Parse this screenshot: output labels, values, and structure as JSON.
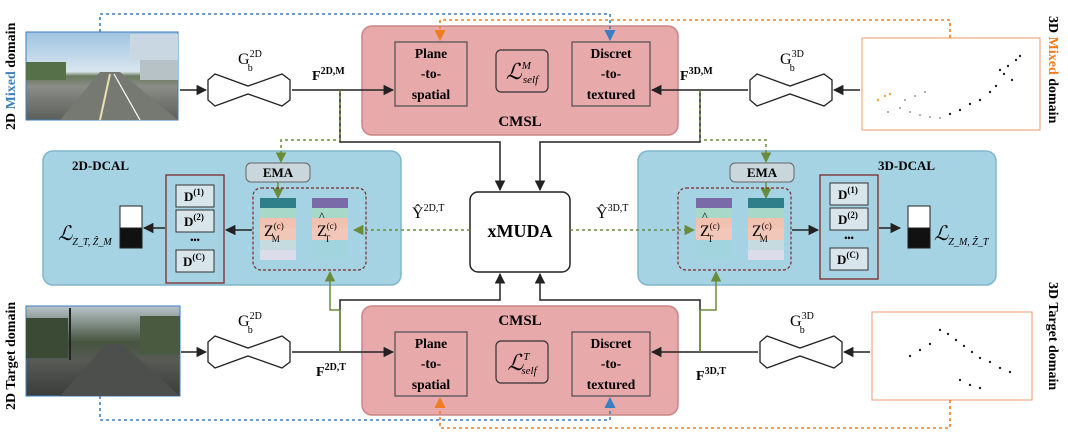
{
  "domains": {
    "mixed_2d": {
      "prefix": "2D",
      "word": "Mixed",
      "suffix": "domain",
      "word_color": "#3a7fc1"
    },
    "target_2d": "2D Target domain",
    "mixed_3d": {
      "prefix": "3D",
      "word": "Mixed",
      "suffix": "domain",
      "word_color": "#ef7d22"
    },
    "target_3d": "3D Target domain"
  },
  "backbones": {
    "g_letter": "G",
    "b_sub": "b",
    "sup_2d": "2D",
    "sup_3d": "3D"
  },
  "features": {
    "f_letter": "F",
    "sup_2d_m": "2D,M",
    "sup_3d_m": "3D,M",
    "sup_2d_t": "2D,T",
    "sup_3d_t": "3D,T"
  },
  "cmsl": {
    "title": "CMSL",
    "plane1": "Plane",
    "plane2": "-to-",
    "plane3": "spatial",
    "disc1": "Discret",
    "disc2": "-to-",
    "disc3": "textured",
    "loss_L": "ℒ",
    "loss_sub": "self",
    "loss_sup_top": "M",
    "loss_sup_bottom": "T"
  },
  "dcal": {
    "title_2d": "2D-DCAL",
    "title_3d": "3D-DCAL",
    "ema": "EMA",
    "d1": "D",
    "d1_sup": "(1)",
    "d2": "D",
    "d2_sup": "(2)",
    "dots": "•••",
    "dc": "D",
    "dc_sup": "(C)",
    "z_letter": "Z",
    "z_sup": "(c)",
    "z_sub_m": "M",
    "z_sub_t": "T",
    "loss_L": "ℒ",
    "loss_sub_2d": "Z_T, Ẑ_M",
    "loss_sub_3d": "Z_M, Ẑ_T"
  },
  "center": {
    "xmuda": "xMUDA",
    "y_letter": "Ŷ",
    "y_sup_2d": "2D,T",
    "y_sup_3d": "3D,T"
  },
  "colors": {
    "cmsl_fill": "#e8a9ab",
    "cmsl_stroke": "#c98888",
    "dcal_fill": "#a5d3e3",
    "dcal_stroke": "#7fb6cc",
    "green_arrow": "#6a8c3a",
    "blue_dash": "#3a7fc1",
    "orange_dash": "#ef7d22",
    "dark_red": "#7a2a2a",
    "stripe_colors": [
      "#2f7f8a",
      "#a8d8c8",
      "#f3c1b0",
      "#c6dbe0",
      "#a2d4de",
      "#dcdcea"
    ]
  }
}
